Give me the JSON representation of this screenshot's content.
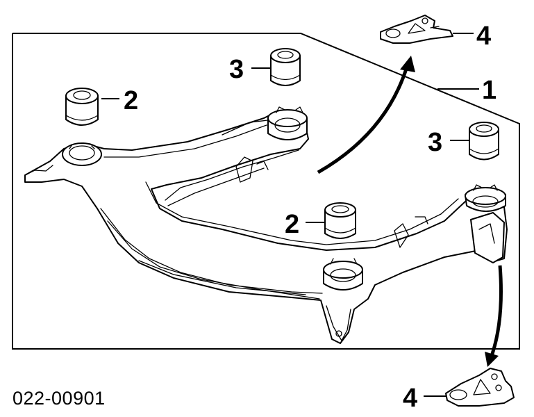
{
  "figure": {
    "part_number": "022-00901",
    "callouts": {
      "crossmember": "1",
      "bushing_front": "2",
      "bushing_rear": "2",
      "bushing_top": "3",
      "bushing_right": "3",
      "bracket_top": "4",
      "bracket_bottom": "4"
    }
  }
}
